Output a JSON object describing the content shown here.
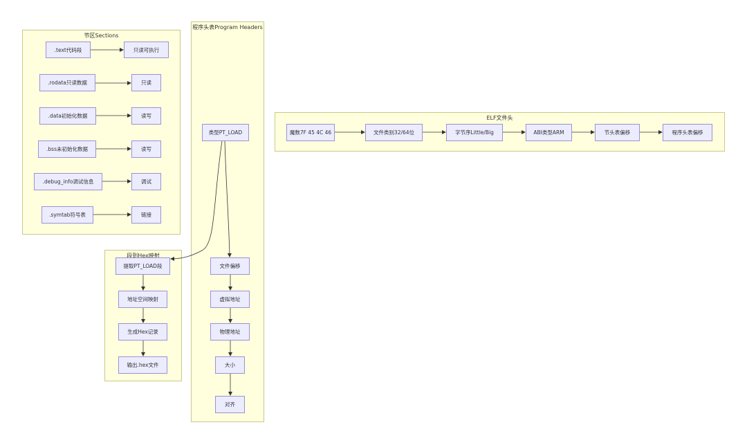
{
  "sections": {
    "title": "节区Sections",
    "rows": [
      {
        "name": ".text代码段",
        "attr": "只读可执行"
      },
      {
        "name": ".rodata只读数据",
        "attr": "只读"
      },
      {
        "name": ".data初始化数据",
        "attr": "读写"
      },
      {
        "name": ".bss未初始化数据",
        "attr": "读写"
      },
      {
        "name": ".debug_info调试信息",
        "attr": "调试"
      },
      {
        "name": ".symtab符号表",
        "attr": "链接"
      }
    ]
  },
  "program_headers": {
    "title": "程序头表Program Headers",
    "type": "类型PT_LOAD",
    "fields": [
      "文件偏移",
      "虚拟地址",
      "物理地址",
      "大小",
      "对齐"
    ]
  },
  "hex_mapping": {
    "title": "段到Hex映射",
    "steps": [
      "提取PT_LOAD段",
      "地址空间映射",
      "生成Hex记录",
      "输出.hex文件"
    ]
  },
  "elf_header": {
    "title": "ELF文件头",
    "fields": [
      "魔数7F 45 4C 46",
      "文件类别32/64位",
      "字节序Little/Big",
      "ABI类型ARM",
      "节头表偏移",
      "程序头表偏移"
    ]
  }
}
